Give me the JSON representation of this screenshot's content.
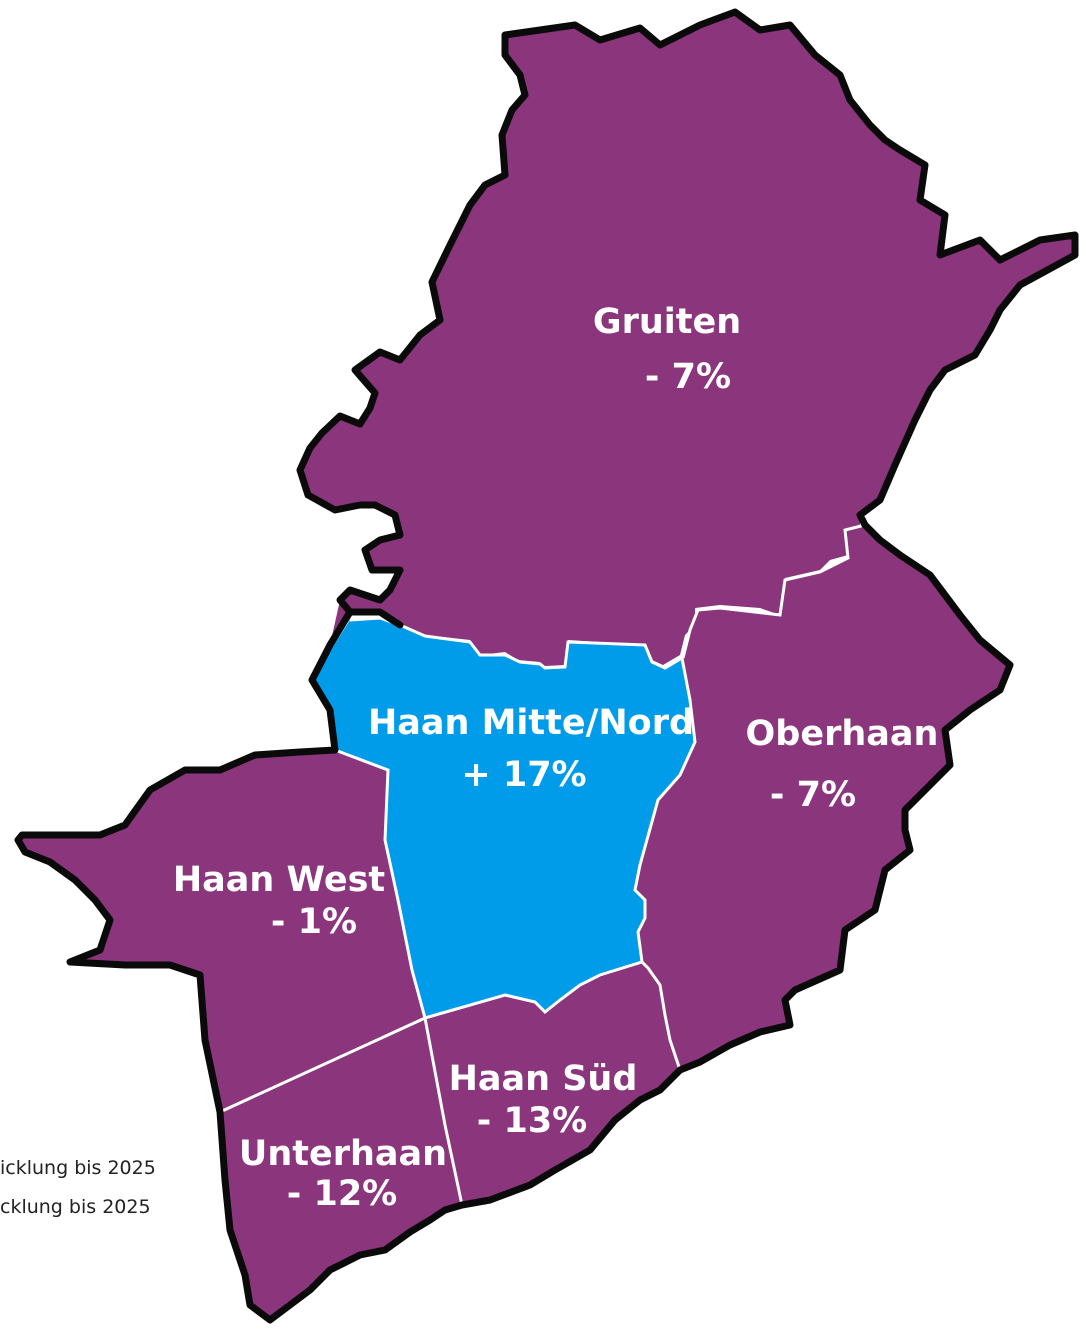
{
  "colors": {
    "decline": "#8a357c",
    "growth": "#009cea",
    "outline": "#0a0a0a",
    "inner_border": "#ffffff",
    "label": "#ffffff"
  },
  "districts": [
    {
      "id": "gruiten",
      "name": "Gruiten",
      "change_text": "- 7%",
      "change": -7,
      "trend": "decline"
    },
    {
      "id": "haan-mitte-nord",
      "name": "Haan Mitte/Nord",
      "change_text": "+ 17%",
      "change": 17,
      "trend": "growth"
    },
    {
      "id": "oberhaan",
      "name": "Oberhaan",
      "change_text": "- 7%",
      "change": -7,
      "trend": "decline"
    },
    {
      "id": "haan-west",
      "name": "Haan West",
      "change_text": "- 1%",
      "change": -1,
      "trend": "decline"
    },
    {
      "id": "haan-sued",
      "name": "Haan Süd",
      "change_text": "- 13%",
      "change": -13,
      "trend": "decline"
    },
    {
      "id": "unterhaan",
      "name": "Unterhaan",
      "change_text": "- 12%",
      "change": -12,
      "trend": "decline"
    }
  ],
  "legend": [
    {
      "text": "icklung bis 2025"
    },
    {
      "text": "cklung bis 2025"
    }
  ]
}
